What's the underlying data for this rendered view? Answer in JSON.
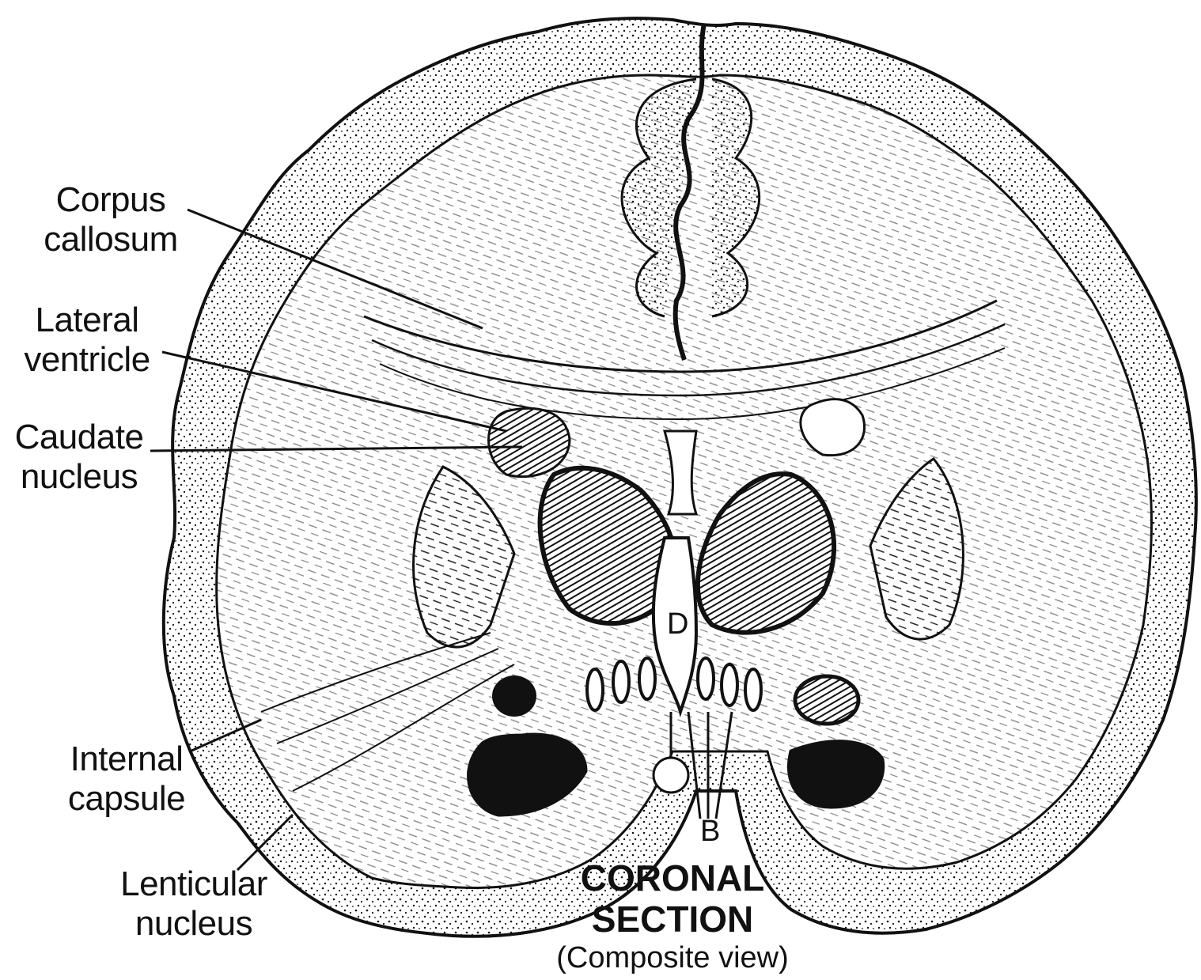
{
  "labels": {
    "corpus_callosum": [
      "Corpus",
      "callosum"
    ],
    "lateral_ventricle": [
      "Lateral",
      "ventricle"
    ],
    "caudate_nucleus": [
      "Caudate",
      "nucleus"
    ],
    "internal_capsule": [
      "Internal",
      "capsule"
    ],
    "lenticular_nucleus": [
      "Lenticular",
      "nucleus"
    ]
  },
  "markers": {
    "d": "D",
    "b": "B"
  },
  "title": {
    "line1": "CORONAL",
    "line2": "SECTION",
    "subtitle": "(Composite view)"
  }
}
